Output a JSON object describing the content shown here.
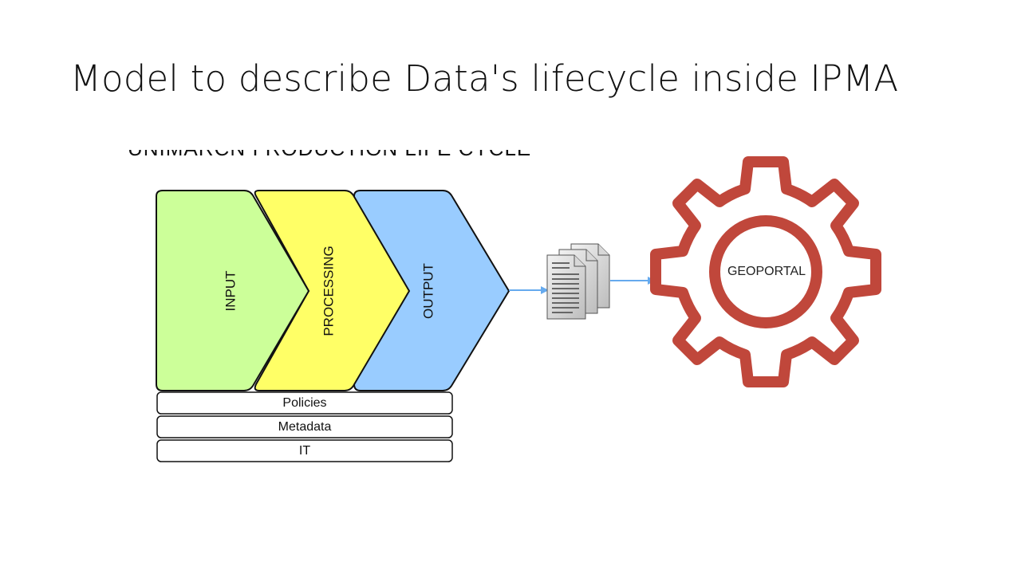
{
  "slide": {
    "title": "Model to describe Data's lifecycle inside IPMA"
  },
  "diagram": {
    "stages": [
      {
        "label": "INPUT",
        "color": "#ccff99"
      },
      {
        "label": "PROCESSING",
        "color": "#ffff66"
      },
      {
        "label": "OUTPUT",
        "color": "#99ccff"
      }
    ],
    "layers": [
      {
        "label": "Policies"
      },
      {
        "label": "Metadata"
      },
      {
        "label": "IT"
      }
    ],
    "documents_icon": "stacked-documents-icon",
    "gear": {
      "label": "GEOPORTAL",
      "color": "#c0473b",
      "icon": "gear-icon"
    },
    "arrow_color": "#66aaee"
  }
}
